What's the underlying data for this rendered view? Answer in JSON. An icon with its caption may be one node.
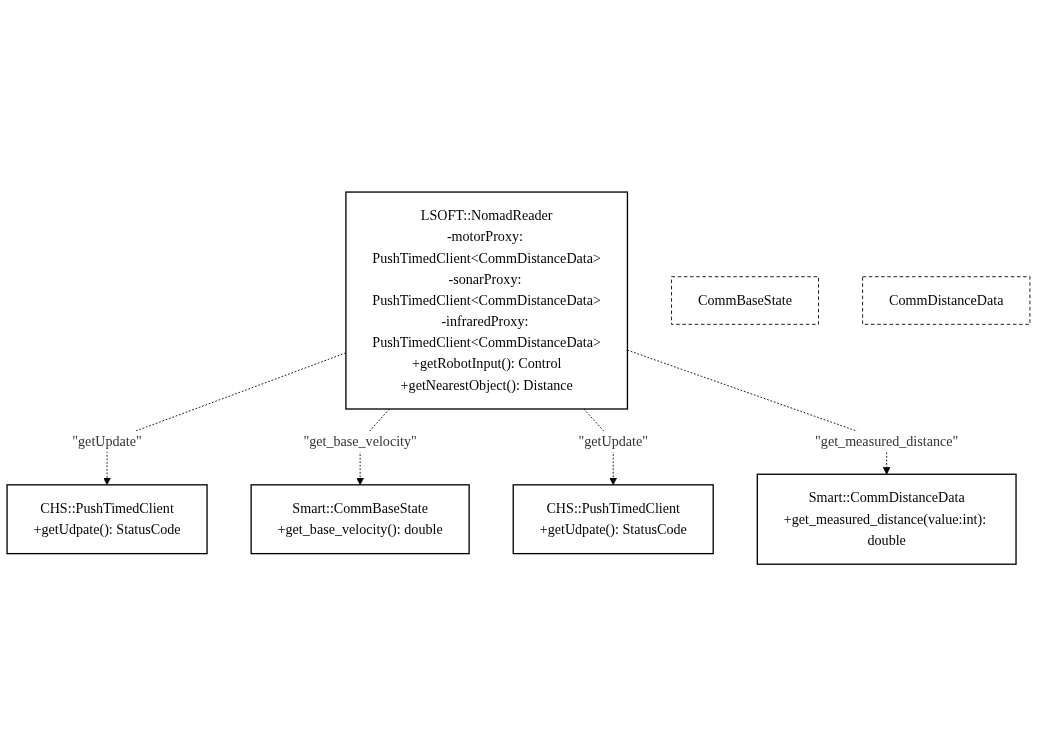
{
  "diagram": {
    "nodes": [
      {
        "text": [
          "LSOFT::NomadReader",
          "-motorProxy: PushTimedClient<CommDistanceData>",
          "-sonarProxy: PushTimedClient<CommDistanceData>",
          "-infraredProxy: PushTimedClient<CommDistanceData>",
          "+getRobotInput(): Control",
          "+getNearestObject(): Distance"
        ]
      },
      {
        "text": [
          "CHS::PushTimedClient",
          "+getUdpate(): StatusCode"
        ]
      },
      {
        "text": [
          "CommBaseState"
        ]
      },
      {
        "text": [
          "CHS::PushTimedClient",
          "+getUdpate(): StatusCode"
        ]
      },
      {
        "text": [
          "CommDistanceData"
        ]
      },
      {
        "text": [
          "Smart::CommDistanceData",
          "+get_measured_distance(value:int): double"
        ]
      },
      {
        "text": [
          "Smart::CommBaseState",
          "+get_base_velocity(): double"
        ]
      }
    ],
    "edges": [
      {
        "from": 0,
        "to": 1,
        "arrow": "to",
        "label": "\"getUpdate\"",
        "style": "dashed"
      },
      {
        "from": 0,
        "to": 6,
        "arrow": "to",
        "label": "\"get_base_velocity\"",
        "style": "dashed"
      },
      {
        "from": 0,
        "to": 3,
        "arrow": "to",
        "label": "\"getUpdate\"",
        "style": "dashed"
      },
      {
        "from": 0,
        "to": 5,
        "arrow": "to",
        "label": "\"get_measured_distance\"",
        "style": "dashed"
      }
    ]
  }
}
